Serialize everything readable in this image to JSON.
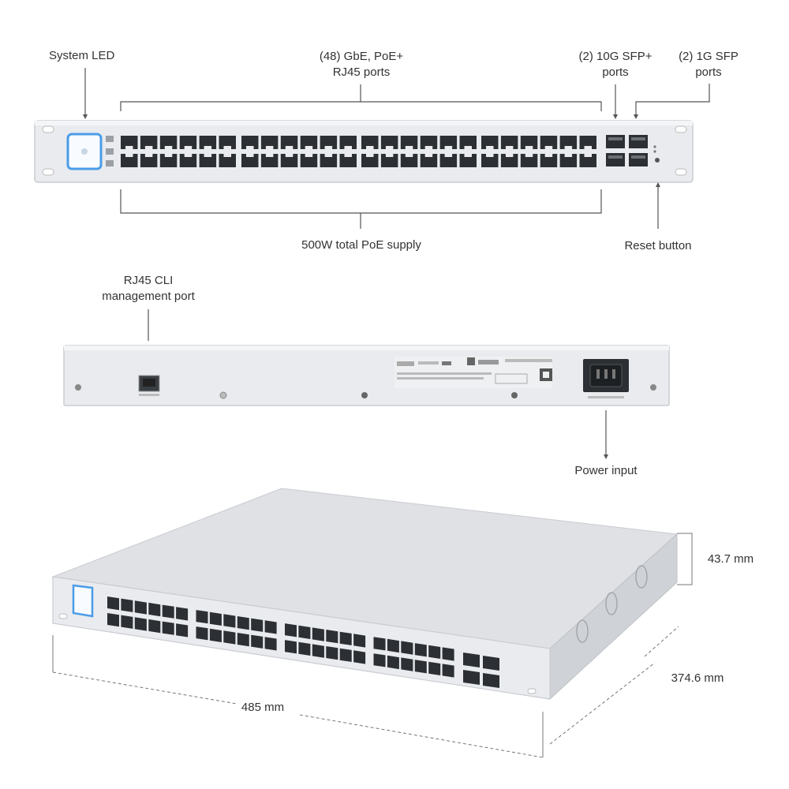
{
  "front_panel": {
    "system_led_label": "System LED",
    "rj45_ports_label_line1": "(48) GbE, PoE+",
    "rj45_ports_label_line2": "RJ45 ports",
    "sfp_plus_label_line1": "(2) 10G SFP+",
    "sfp_plus_label_line2": "ports",
    "sfp_label_line1": "(2) 1G SFP",
    "sfp_label_line2": "ports",
    "poe_supply_label": "500W total PoE supply",
    "reset_button_label": "Reset button"
  },
  "rear_panel": {
    "cli_port_label_line1": "RJ45 CLI",
    "cli_port_label_line2": "management port",
    "power_input_label": "Power input"
  },
  "dimensions": {
    "height": "43.7 mm",
    "depth": "374.6 mm",
    "width": "485 mm"
  },
  "colors": {
    "chassis": "#e9ebee",
    "chassis_edge": "#c9ccd1",
    "port_dark": "#2c3034",
    "led_accent": "#4a9ce8",
    "line": "#555555"
  }
}
